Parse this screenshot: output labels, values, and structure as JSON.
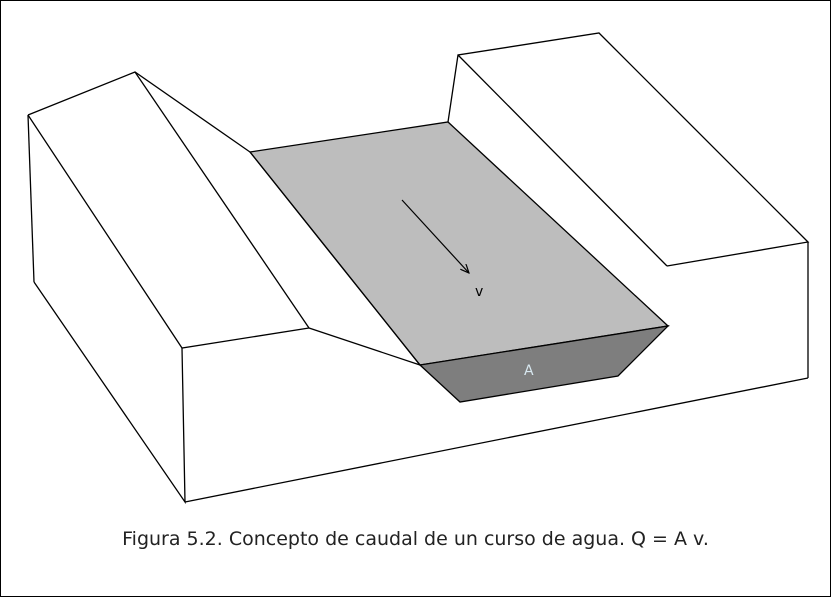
{
  "diagram": {
    "velocity_label": "v",
    "area_label": "A",
    "colors": {
      "water_surface": "#bdbdbd",
      "water_section": "#7e7e7e",
      "outline": "#000000",
      "area_label": "#d8e8f0"
    }
  },
  "caption": "Figura 5.2. Concepto de caudal de un curso de agua. Q = A v."
}
